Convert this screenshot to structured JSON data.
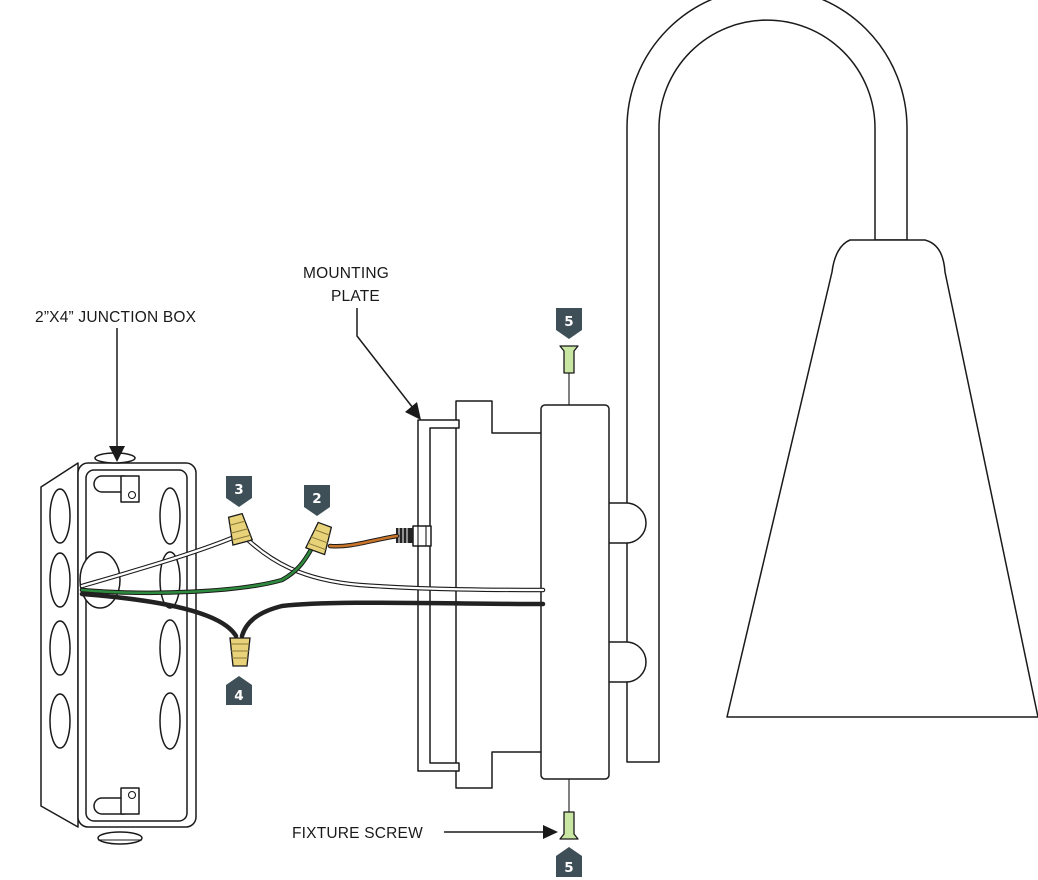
{
  "labels": {
    "junction_box": "2”X4” JUNCTION BOX",
    "mounting_plate_line1": "MOUNTING",
    "mounting_plate_line2": "PLATE",
    "fixture_screw": "FIXTURE SCREW"
  },
  "badges": {
    "ground_connector": "2",
    "neutral_connector": "3",
    "hot_connector": "4",
    "top_screw": "5",
    "bottom_screw": "5"
  },
  "colors": {
    "outline": "#1a1a1a",
    "badge": "#3f4f58",
    "wire_nut": "#e8d27a",
    "ground_wire": "#2e8b3e",
    "black_wire": "#222222",
    "white_wire": "#ffffff",
    "fixture_ground_wire": "#c8752a",
    "screw": "#c9e6a3"
  }
}
